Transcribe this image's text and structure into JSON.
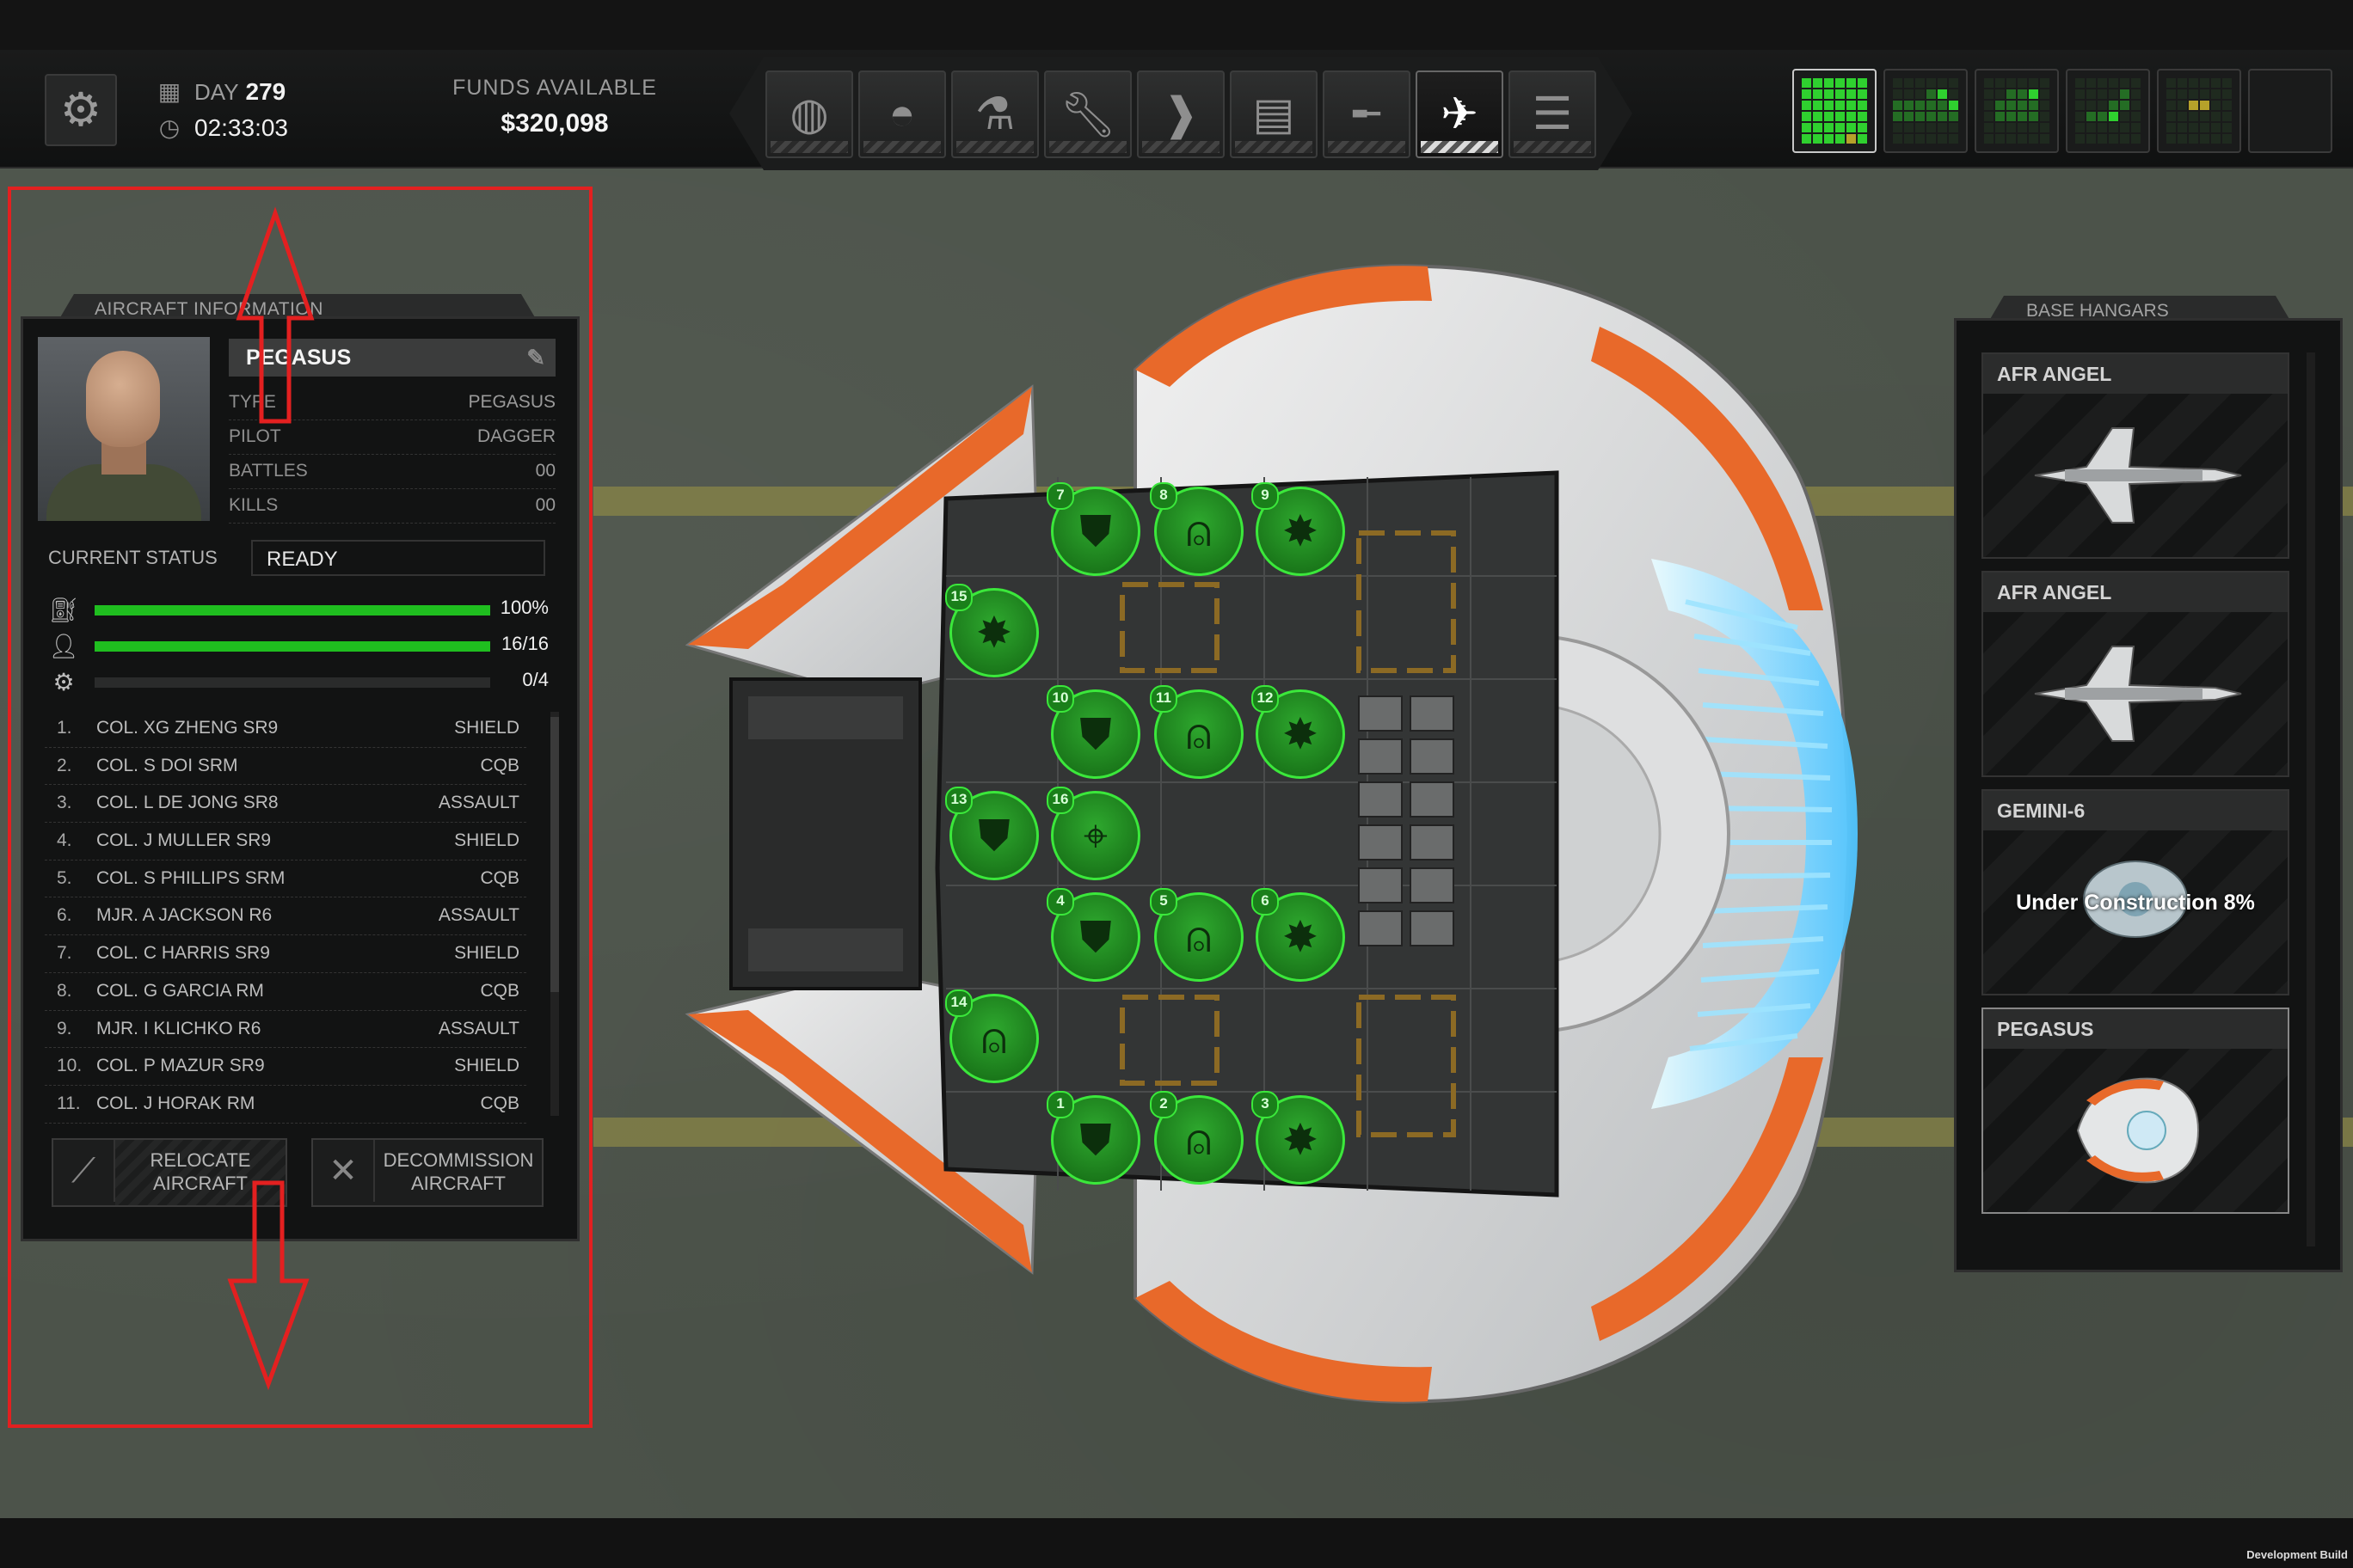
{
  "topbar": {
    "day_label": "DAY",
    "day_value": "279",
    "time": "02:33:03",
    "funds_label": "FUNDS AVAILABLE",
    "funds_value": "$320,098"
  },
  "nav_icons": [
    "globe-icon",
    "base-icon",
    "research-icon",
    "engineering-icon",
    "soldiers-icon",
    "stores-icon",
    "weapons-icon",
    "aircraft-icon",
    "archive-icon"
  ],
  "aircraft_info": {
    "tab_label": "AIRCRAFT INFORMATION",
    "name": "PEGASUS",
    "type_label": "TYPE",
    "type_value": "PEGASUS",
    "pilot_label": "PILOT",
    "pilot_value": "DAGGER",
    "battles_label": "BATTLES",
    "battles_value": "00",
    "kills_label": "KILLS",
    "kills_value": "00",
    "status_label": "CURRENT STATUS",
    "status_value": "READY",
    "bars": [
      {
        "icon": "fuel-icon",
        "text": "100%",
        "fill": 1.0
      },
      {
        "icon": "crew-icon",
        "text": "16/16",
        "fill": 1.0
      },
      {
        "icon": "vehicle-icon",
        "text": "0/4",
        "fill": 0.0
      }
    ],
    "crew": [
      {
        "n": "1.",
        "name": "COL. XG ZHENG SR9",
        "cls": "SHIELD"
      },
      {
        "n": "2.",
        "name": "COL. S DOI SRM",
        "cls": "CQB"
      },
      {
        "n": "3.",
        "name": "COL. L DE JONG SR8",
        "cls": "ASSAULT"
      },
      {
        "n": "4.",
        "name": "COL. J MULLER SR9",
        "cls": "SHIELD"
      },
      {
        "n": "5.",
        "name": "COL. S PHILLIPS SRM",
        "cls": "CQB"
      },
      {
        "n": "6.",
        "name": "MJR. A JACKSON R6",
        "cls": "ASSAULT"
      },
      {
        "n": "7.",
        "name": "COL. C HARRIS SR9",
        "cls": "SHIELD"
      },
      {
        "n": "8.",
        "name": "COL. G GARCIA RM",
        "cls": "CQB"
      },
      {
        "n": "9.",
        "name": "MJR. I KLICHKO R6",
        "cls": "ASSAULT"
      },
      {
        "n": "10.",
        "name": "COL. P MAZUR SR9",
        "cls": "SHIELD"
      },
      {
        "n": "11.",
        "name": "COL. J HORAK RM",
        "cls": "CQB"
      }
    ],
    "relocate_label": "RELOCATE AIRCRAFT",
    "decommission_label": "DECOMMISSION AIRCRAFT"
  },
  "slots": [
    {
      "n": "7",
      "type": "shield"
    },
    {
      "n": "8",
      "type": "cqb"
    },
    {
      "n": "9",
      "type": "assault"
    },
    {
      "n": "15",
      "type": "assault"
    },
    {
      "n": "10",
      "type": "shield"
    },
    {
      "n": "11",
      "type": "cqb"
    },
    {
      "n": "12",
      "type": "assault"
    },
    {
      "n": "13",
      "type": "shield"
    },
    {
      "n": "16",
      "type": "sniper"
    },
    {
      "n": "4",
      "type": "shield"
    },
    {
      "n": "5",
      "type": "cqb"
    },
    {
      "n": "6",
      "type": "assault"
    },
    {
      "n": "14",
      "type": "cqb"
    },
    {
      "n": "1",
      "type": "shield"
    },
    {
      "n": "2",
      "type": "cqb"
    },
    {
      "n": "3",
      "type": "assault"
    }
  ],
  "hangars": {
    "tab_label": "BASE HANGARS",
    "items": [
      {
        "name": "AFR ANGEL",
        "status": ""
      },
      {
        "name": "AFR ANGEL",
        "status": ""
      },
      {
        "name": "GEMINI-6",
        "status": "Under Construction 8%"
      },
      {
        "name": "PEGASUS",
        "status": ""
      }
    ]
  },
  "footer": {
    "build": "Development Build"
  },
  "colors": {
    "accent_green": "#2fd02f",
    "annotation_red": "#e32020",
    "hull_orange": "#e8692a"
  }
}
